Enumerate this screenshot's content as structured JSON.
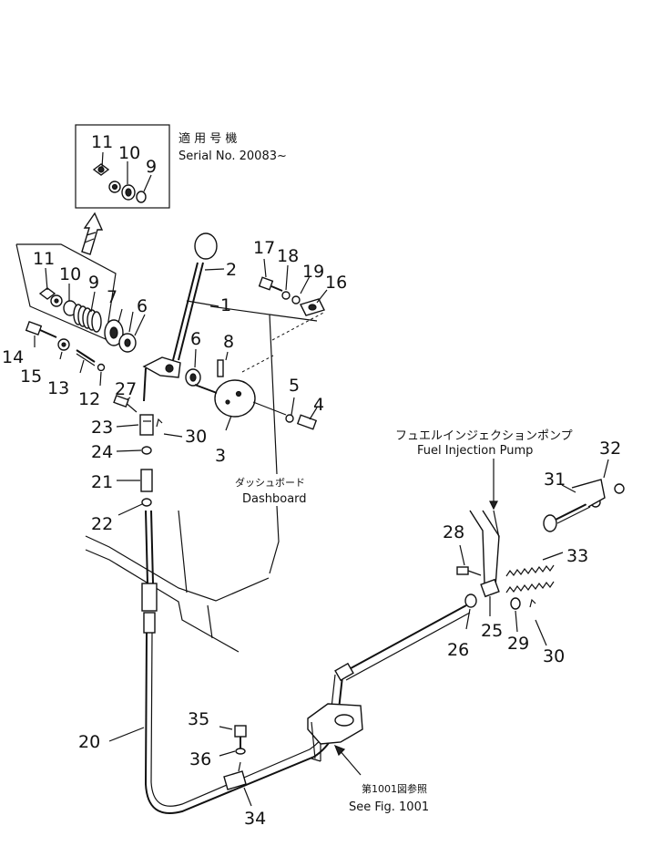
{
  "inset": {
    "label_jp": "適 用 号 機",
    "label_en": "Serial No. 20083~",
    "parts": [
      "11",
      "10",
      "9"
    ]
  },
  "callouts": {
    "fuel_pump_jp": "フュエルインジェクションポンプ",
    "fuel_pump_en": "Fuel Injection Pump",
    "dashboard_jp": "ダッシュボード",
    "dashboard_en": "Dashboard",
    "see_fig_jp": "第1001図参照",
    "see_fig_en": "See Fig. 1001"
  },
  "part_numbers": {
    "p1": "1",
    "p2": "2",
    "p3": "3",
    "p4": "4",
    "p5": "5",
    "p6a": "6",
    "p6b": "6",
    "p7": "7",
    "p8": "8",
    "p9": "9",
    "p10": "10",
    "p11": "11",
    "p12": "12",
    "p13": "13",
    "p14": "14",
    "p15": "15",
    "p16": "16",
    "p17": "17",
    "p18": "18",
    "p19": "19",
    "p20": "20",
    "p21": "21",
    "p22": "22",
    "p23": "23",
    "p24": "24",
    "p25": "25",
    "p26": "26",
    "p27": "27",
    "p28": "28",
    "p29": "29",
    "p30a": "30",
    "p30b": "30",
    "p31": "31",
    "p32": "32",
    "p33": "33",
    "p34": "34",
    "p35": "35",
    "p36": "36"
  }
}
